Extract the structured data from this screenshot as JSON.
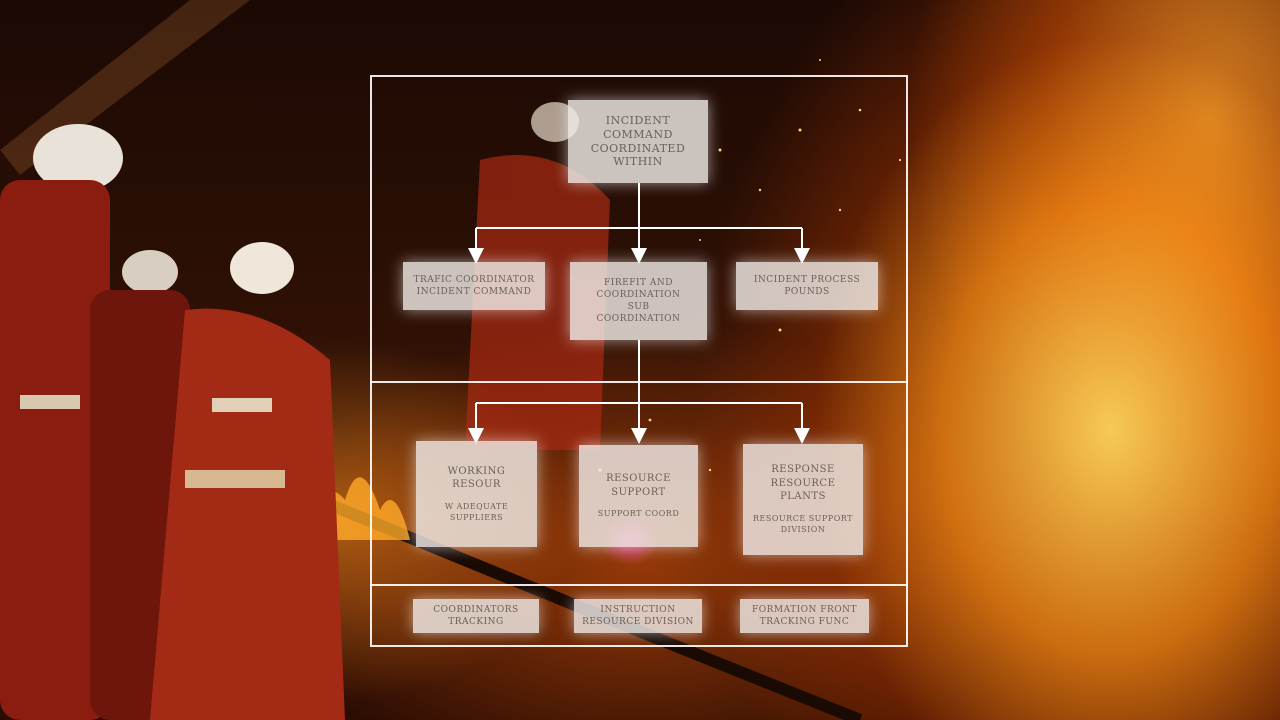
{
  "colors": {
    "frame": "#ffffff",
    "node_fill": "#f0ece8",
    "node_text": "#6b6058",
    "fire_orange": "#ff8c14",
    "fire_yellow": "#ffd25a",
    "background_dark": "#1c0904"
  },
  "diagram": {
    "top_node": {
      "line1": "INCIDENT",
      "line2": "COMMAND",
      "line3": "COORDINATED",
      "line4": "WITHIN"
    },
    "tier2": [
      {
        "line1": "TRAFIC COORDINATOR",
        "line2": "INCIDENT COMMAND"
      },
      {
        "line1": "FIREFIT AND",
        "line2": "COORDINATION",
        "line3": "SUB",
        "line4": "COORDINATION"
      },
      {
        "line1": "INCIDENT PROCESS",
        "line2": "POUNDS"
      }
    ],
    "tier3": [
      {
        "line1": "WORKING",
        "line2": "RESOUR",
        "detail": "W ADEQUATE SUPPLIERS"
      },
      {
        "line1": "RESOURCE",
        "line2": "SUPPORT",
        "detail": "SUPPORT COORD"
      },
      {
        "line1": "RESPONSE",
        "line2": "RESOURCE PLANTS",
        "detail": "RESOURCE SUPPORT DIVISION"
      }
    ],
    "tier4": [
      {
        "line1": "COORDINATORS",
        "line2": "TRACKING"
      },
      {
        "line1": "INSTRUCTION",
        "line2": "RESOURCE DIVISION"
      },
      {
        "line1": "FORMATION FRONT",
        "line2": "TRACKING FUNC"
      }
    ]
  }
}
